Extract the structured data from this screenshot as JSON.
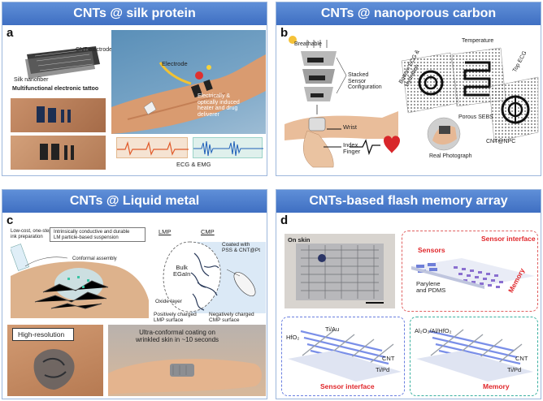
{
  "panels": {
    "a": {
      "title": "CNTs @ silk protein",
      "letter": "a",
      "labels": {
        "cnt_electrodes": "CNT electrodes",
        "silk_nanofiber": "Silk nanofiber",
        "tattoo": "Multifunctional electronic tattoo",
        "electrode": "Electrode",
        "heater": "Electrically &\noptically induced\nheater and drug\ndeliverer",
        "ecg_emg": "ECG & EMG"
      }
    },
    "b": {
      "title": "CNTs @ nanoporous carbon",
      "letter": "b",
      "labels": {
        "breathable": "Breathable",
        "stacked": "Stacked\nSensor\nConfiguration",
        "wrist": "Wrist",
        "index_finger": "Index\nFinger",
        "bottom_ecg": "Bottom ECG &\nHydration",
        "temperature": "Temperature",
        "top_ecg": "Top ECG",
        "porous_sebs": "Porous SEBS",
        "cnt_npc": "CNT@NPC",
        "real_photo": "Real Photograph"
      }
    },
    "c": {
      "title": "CNTs @ Liquid metal",
      "letter": "c",
      "labels": {
        "low_cost": "Low-cost, one-step\nink preparation",
        "intrinsic": "Intrinsically conductive and durable\nLM particle-based suspension",
        "conformal_assembly": "Conformal assembly",
        "lmp": "LMP",
        "cmp": "CMP",
        "bulk_egain": "Bulk\nEGaIn",
        "coated": "Coated with\nPSS & CNT@Pt",
        "oxide": "Oxide layer",
        "pos_lmp": "Positively charged\nLMP surface",
        "neg_cmp": "Negatively charged\nCMP surface",
        "high_res": "High-resolution",
        "ultra": "Ultra-conformal coating on\nwrinkled skin in ~10 seconds"
      }
    },
    "d": {
      "title": "CNTs-based flash memory array",
      "letter": "d",
      "labels": {
        "on_skin": "On skin",
        "sensors": "Sensors",
        "sensor_interface": "Sensor interface",
        "parylene": "Parylene\nand PDMS",
        "memory_vertical": "Memory",
        "hfo2": "HfO₂",
        "ti_au": "Ti/Au",
        "cnt1": "CNT",
        "ti_pd1": "Ti/Pd",
        "sensor_interface_bottom": "Sensor interface",
        "al_stack": "Al₂O₃/Al/HfO₂",
        "cnt2": "CNT",
        "ti_pd2": "Ti/Pd",
        "memory_bottom": "Memory"
      }
    }
  },
  "colors": {
    "banner_top": "#5f8fd8",
    "banner_bottom": "#3f6fc2",
    "accent_red": "#e0262a",
    "device_blue": "#6f7fd8",
    "device_purple": "#8a6fd0",
    "dashed_blue": "#6a7fe0",
    "dashed_red": "#e06060",
    "dashed_teal": "#3ab0a0"
  }
}
